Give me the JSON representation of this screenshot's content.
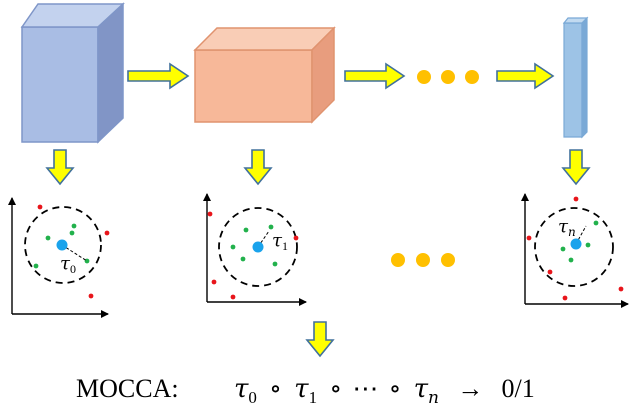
{
  "colors": {
    "block_blue_front": "#a9bde4",
    "block_blue_top": "#c3d2ee",
    "block_blue_side": "#8195c6",
    "block_blue_edge": "#7f96c8",
    "block_orange_front": "#f7b899",
    "block_orange_top": "#f9cdb6",
    "block_orange_side": "#e89d7e",
    "block_orange_edge": "#e0936f",
    "thin_block_front": "#9dc3e6",
    "thin_block_top": "#c2daf0",
    "thin_block_side": "#7aa9d6",
    "arrow_fill": "#ffff00",
    "arrow_stroke": "#41719c",
    "ellipsis_dots": "#ffc000",
    "center_point": "#1aa3ec",
    "inlier_points": "#22b14c",
    "outlier_points": "#e8151b",
    "hypersphere": "#000000"
  },
  "labels": {
    "radius_0_sym": "τ",
    "radius_0_sub": "0",
    "radius_1_sym": "τ",
    "radius_1_sub": "1",
    "radius_n_sym": "τ",
    "radius_n_sub": "n",
    "formula_name": "MOCCA:",
    "formula_t0": "τ",
    "formula_t0_sub": "0",
    "formula_op1": "∘",
    "formula_t1": "τ",
    "formula_t1_sub": "1",
    "formula_op2": "∘",
    "formula_cdots": "⋯",
    "formula_op3": "∘",
    "formula_tn": "τ",
    "formula_tn_sub": "n",
    "formula_arrow": "→",
    "formula_result": "0/1"
  }
}
